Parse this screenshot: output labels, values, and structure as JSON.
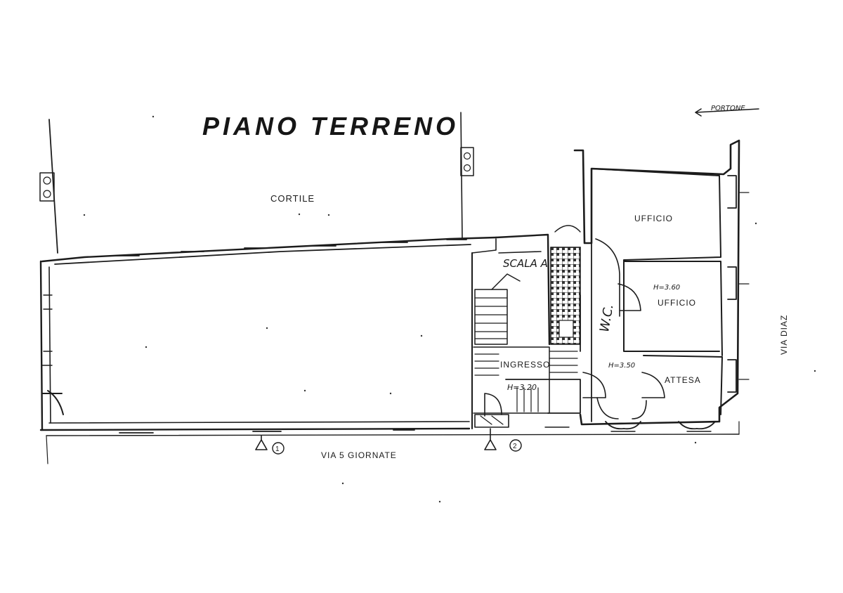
{
  "title": "PIANO TERRENO",
  "labels": {
    "cortile": "CORTILE",
    "portone": "PORTONE",
    "scala": "SCALA A",
    "ingresso": "INGRESSO",
    "ingresso_height": "H=3.20",
    "ufficio_1": "UFFICIO",
    "ufficio_2": "UFFICIO",
    "ufficio_2_height": "H=3.60",
    "attesa": "ATTESA",
    "attesa_height": "H=3.50",
    "wc": "W.C.",
    "street_south": "VIA 5 GIORNATE",
    "street_east": "VIA DIAZ",
    "marker_1": "1",
    "marker_2": "2"
  },
  "colors": {
    "ink": "#1c1c1c",
    "paper": "#ffffff"
  }
}
